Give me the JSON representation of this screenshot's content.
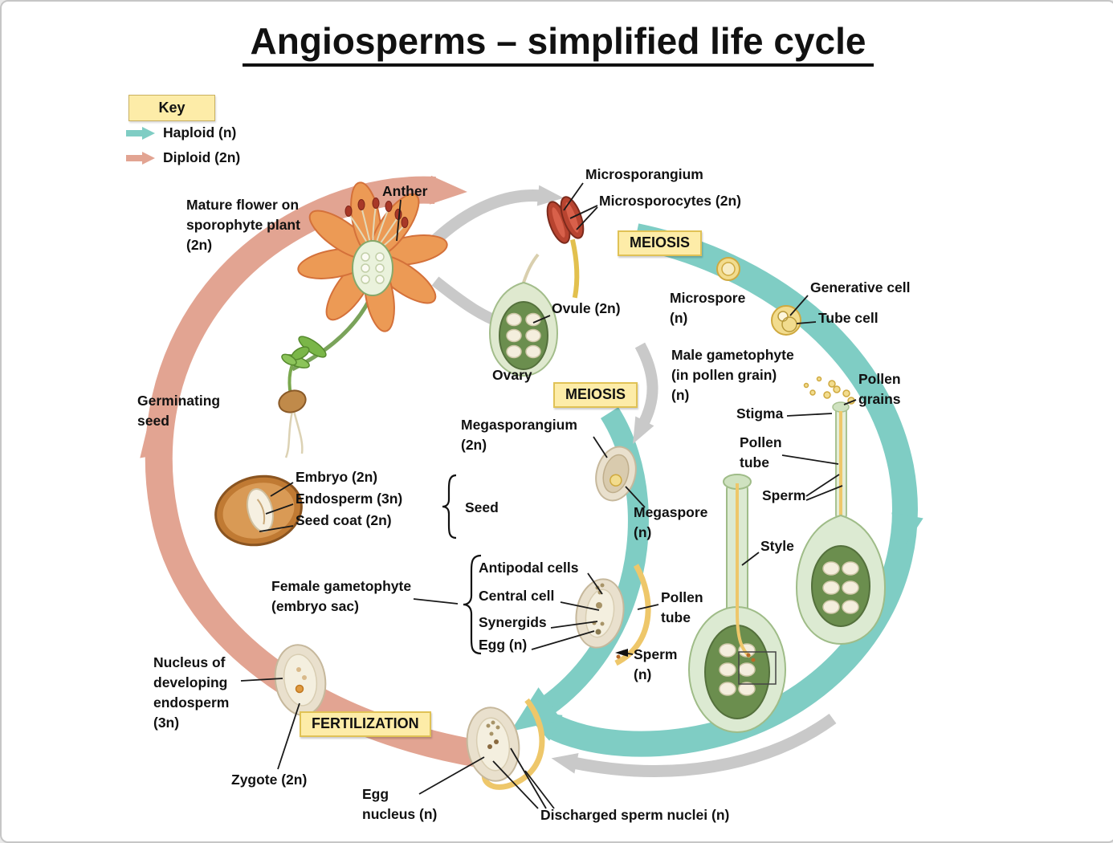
{
  "title": "Angiosperms – simplified life cycle",
  "colors": {
    "haploid": "#7fcdc4",
    "diploid": "#e2a492",
    "gray_arrow": "#c9c9c9",
    "tag_bg": "#fdeca8",
    "tag_border": "#e0c256"
  },
  "key": {
    "title": "Key",
    "haploid_label": "Haploid (n)",
    "diploid_label": "Diploid (2n)"
  },
  "tags": {
    "meiosis_top": "MEIOSIS",
    "meiosis_mid": "MEIOSIS",
    "fertilization": "FERTILIZATION"
  },
  "labels": {
    "mature_flower": "Mature flower on\nsporophyte plant\n(2n)",
    "anther": "Anther",
    "microsporangium": "Microsporangium",
    "microsporocytes": "Microsporocytes (2n)",
    "microspore": "Microspore\n(n)",
    "generative_cell": "Generative cell",
    "tube_cell": "Tube cell",
    "ovule": "Ovule (2n)",
    "ovary": "Ovary",
    "male_gametophyte": "Male gametophyte\n(in pollen grain)\n(n)",
    "pollen_grains": "Pollen\ngrains",
    "megasporangium": "Megasporangium\n(2n)",
    "stigma": "Stigma",
    "pollen_tube_right": "Pollen\ntube",
    "sperm": "Sperm",
    "germinating_seed": "Germinating\nseed",
    "embryo": "Embryo (2n)",
    "endosperm": "Endosperm (3n)",
    "seed_coat": "Seed coat (2n)",
    "seed": "Seed",
    "megaspore": "Megaspore\n(n)",
    "style": "Style",
    "antipodal_cells": "Antipodal cells",
    "central_cell": "Central cell",
    "synergids": "Synergids",
    "egg": "Egg (n)",
    "female_gametophyte": "Female gametophyte\n(embryo sac)",
    "pollen_tube_left": "Pollen\ntube",
    "sperm_n": "Sperm\n(n)",
    "nucleus_endosperm": "Nucleus of\ndeveloping\nendosperm\n(3n)",
    "zygote": "Zygote (2n)",
    "egg_nucleus": "Egg\nnucleus (n)",
    "discharged_sperm": "Discharged sperm nuclei (n)"
  }
}
